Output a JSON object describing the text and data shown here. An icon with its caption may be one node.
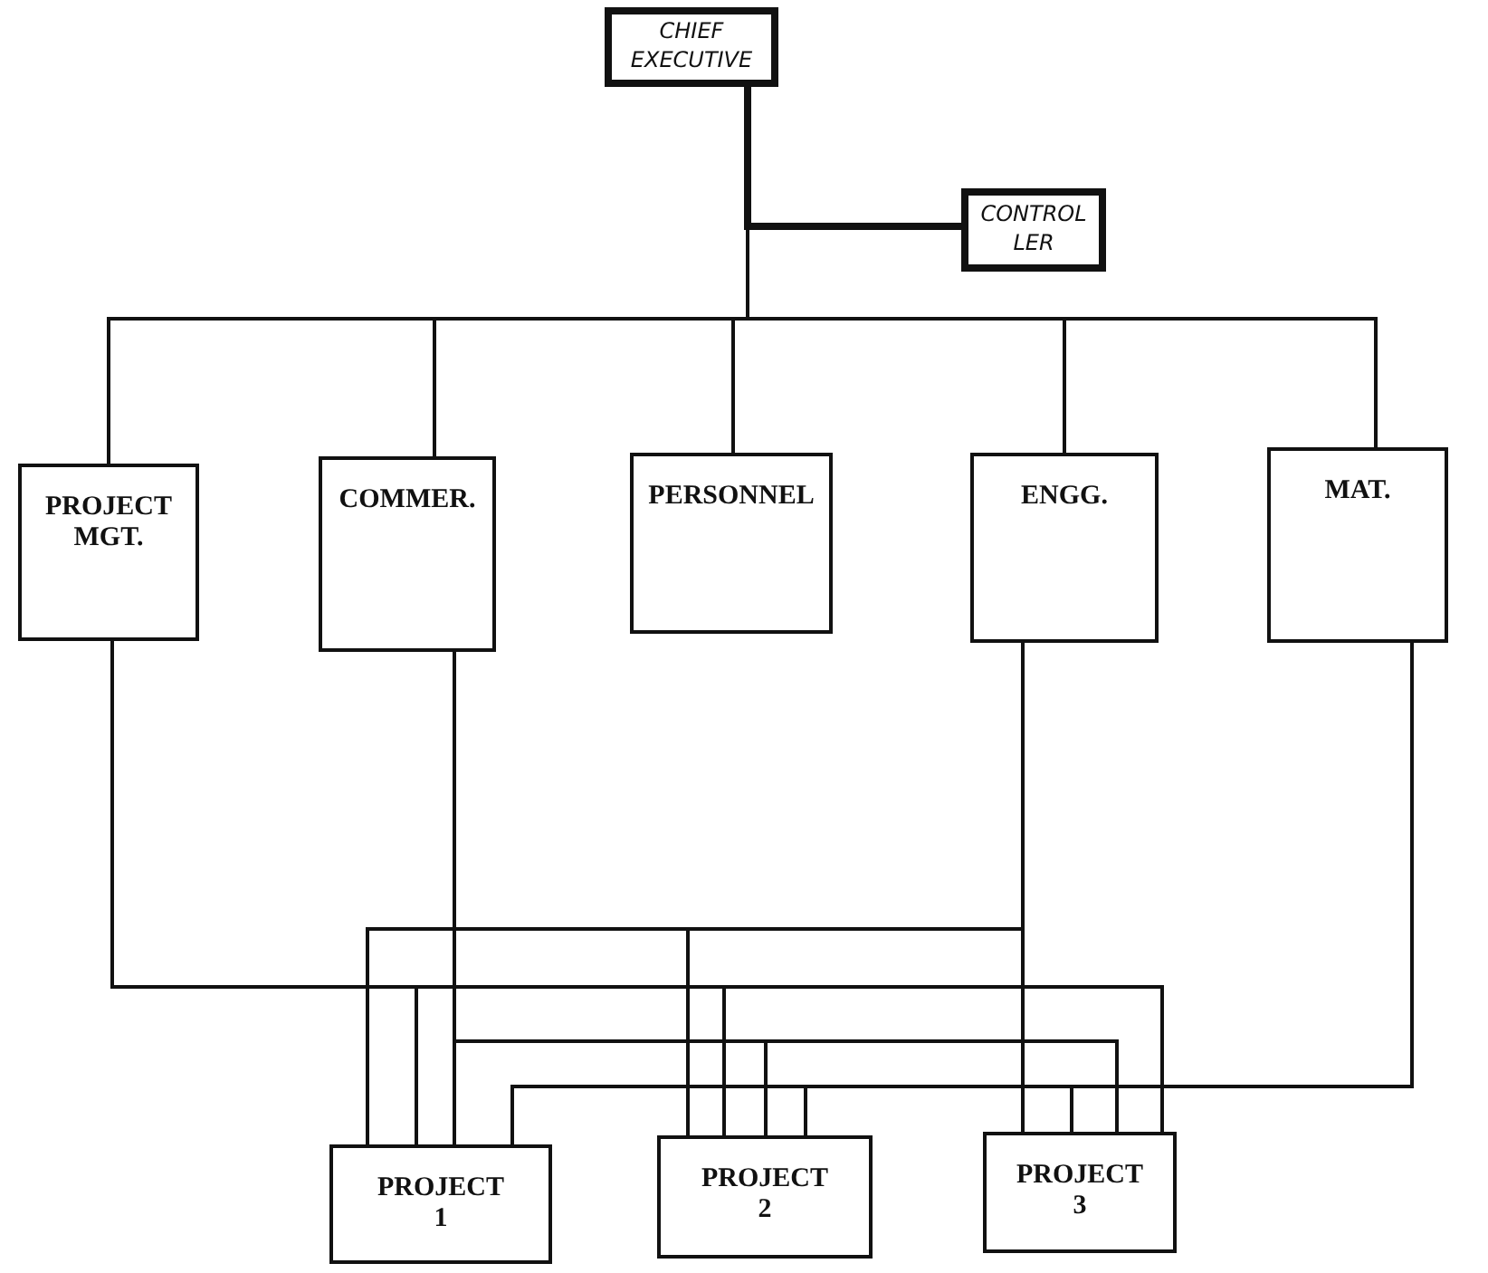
{
  "diagram": {
    "nodes": [
      {
        "text": [
          "CHIEF EXECUTIVE"
        ]
      },
      {
        "text": [
          "CONTROL LER"
        ]
      },
      {
        "text": [
          "PROJECT MGT."
        ]
      },
      {
        "text": [
          "COMMER."
        ]
      },
      {
        "text": [
          "PERSONNEL"
        ]
      },
      {
        "text": [
          "ENGG."
        ]
      },
      {
        "text": [
          "MAT."
        ]
      },
      {
        "text": [
          "PROJECT 1"
        ]
      },
      {
        "text": [
          "PROJECT 2"
        ]
      },
      {
        "text": [
          "PROJECT 3"
        ]
      }
    ],
    "edges": [
      {
        "from": 0,
        "to": 1,
        "arrow": "none",
        "style": "thick"
      },
      {
        "from": 0,
        "to": 2,
        "arrow": "none"
      },
      {
        "from": 0,
        "to": 3,
        "arrow": "none"
      },
      {
        "from": 0,
        "to": 4,
        "arrow": "none"
      },
      {
        "from": 0,
        "to": 5,
        "arrow": "none"
      },
      {
        "from": 0,
        "to": 6,
        "arrow": "none"
      },
      {
        "from": 5,
        "to": 7,
        "arrow": "none"
      },
      {
        "from": 5,
        "to": 8,
        "arrow": "none"
      },
      {
        "from": 5,
        "to": 9,
        "arrow": "none"
      },
      {
        "from": 2,
        "to": 7,
        "arrow": "none"
      },
      {
        "from": 2,
        "to": 8,
        "arrow": "none"
      },
      {
        "from": 2,
        "to": 9,
        "arrow": "none"
      },
      {
        "from": 3,
        "to": 7,
        "arrow": "none"
      },
      {
        "from": 3,
        "to": 8,
        "arrow": "none"
      },
      {
        "from": 3,
        "to": 9,
        "arrow": "none"
      },
      {
        "from": 6,
        "to": 7,
        "arrow": "none"
      },
      {
        "from": 6,
        "to": 8,
        "arrow": "none"
      },
      {
        "from": 6,
        "to": 9,
        "arrow": "none"
      }
    ]
  }
}
